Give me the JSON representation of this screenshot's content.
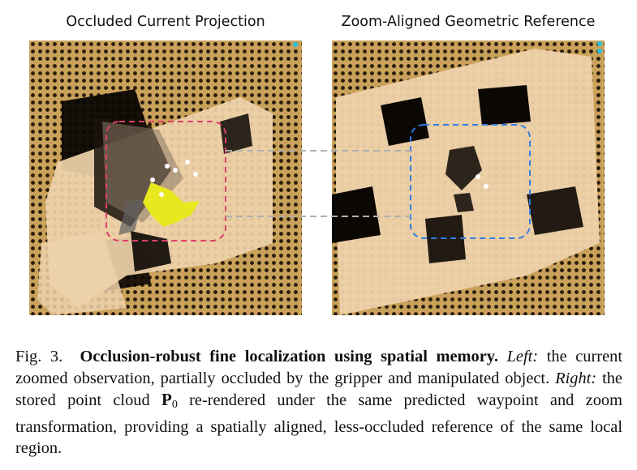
{
  "panels": {
    "left_title": "Occluded Current Projection",
    "right_title": "Zoom-Aligned Geometric Reference"
  },
  "colors": {
    "occluded_box": "#e0406a",
    "reference_box": "#2f7de0",
    "connector": "#b0b0b0",
    "surface": "#f0d3ac",
    "gripper_object": "#e8e81e",
    "background_points": "#c9a15a"
  },
  "caption": {
    "figure_label": "Fig. 3.",
    "bold_title": "Occlusion-robust fine localization using spatial memory.",
    "left_label": "Left:",
    "left_text": "the current zoomed observation, partially occluded by the gripper and manipulated object.",
    "right_label": "Right:",
    "right_text_before": "the stored point cloud",
    "symbol": "P",
    "symbol_sub": "0",
    "right_text_after": "re-rendered under the same predicted waypoint and zoom transformation, providing a spatially aligned, less-occluded reference of the same local region."
  }
}
